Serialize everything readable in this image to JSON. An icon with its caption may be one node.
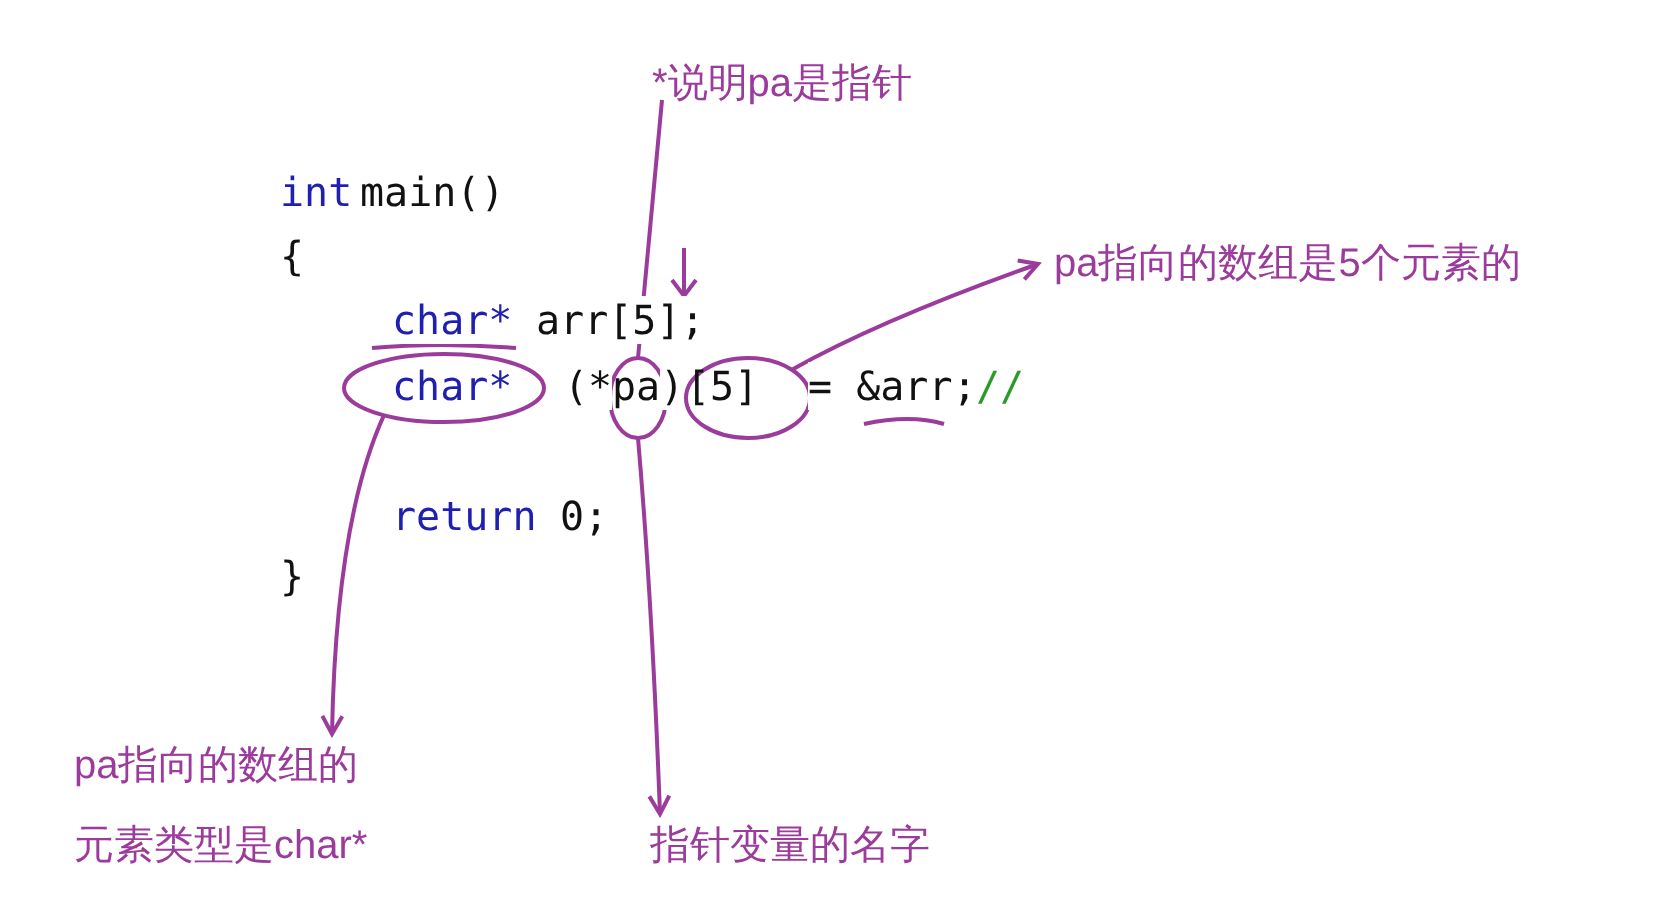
{
  "diagram": {
    "nodes": [
      {
        "text": [
          "*说明pa是指针"
        ]
      },
      {
        "text": [
          "pa指向的数组是5个元素的"
        ]
      },
      {
        "text": [
          "pa指向的数组的元素类型是char*"
        ]
      },
      {
        "text": [
          "指针变量的名字"
        ]
      },
      {
        "text": [
          "char*"
        ]
      },
      {
        "text": [
          "pa"
        ]
      },
      {
        "text": [
          "[5]"
        ]
      }
    ],
    "edges": [
      {
        "from": 0,
        "to": 5,
        "arrow": "none"
      },
      {
        "from": 6,
        "to": 1,
        "arrow": "to"
      },
      {
        "from": 4,
        "to": 2,
        "arrow": "to"
      },
      {
        "from": 5,
        "to": 3,
        "arrow": "to"
      }
    ],
    "labels": [
      "int",
      "main()",
      "{",
      "char*",
      "arr[5];",
      "(*",
      ")",
      "= &arr;",
      "//",
      "return",
      "0;",
      "}"
    ]
  }
}
